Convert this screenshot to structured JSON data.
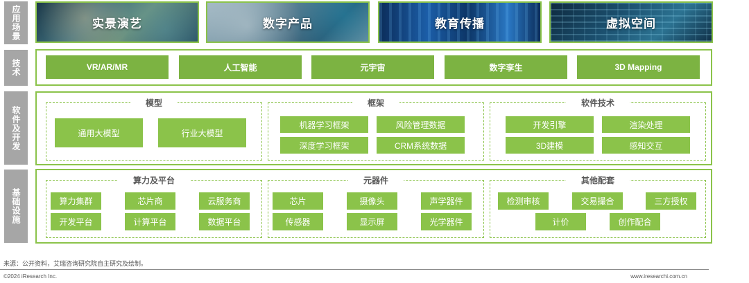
{
  "side_labels": {
    "application": "应用场景",
    "tech": "技术",
    "software": "软件及开发",
    "infra": "基础设施"
  },
  "applications": [
    "实景演艺",
    "数字产品",
    "教育传播",
    "虚拟空间"
  ],
  "tech": [
    "VR/AR/MR",
    "人工智能",
    "元宇宙",
    "数字孪生",
    "3D Mapping"
  ],
  "software": {
    "model": {
      "title": "模型",
      "items": [
        "通用大模型",
        "行业大模型"
      ]
    },
    "framework": {
      "title": "框架",
      "items": [
        "机器学习框架",
        "风险管理数据",
        "深度学习框架",
        "CRM系统数据"
      ]
    },
    "software_tech": {
      "title": "软件技术",
      "items": [
        "开发引擎",
        "渲染处理",
        "3D建模",
        "感知交互"
      ]
    }
  },
  "infra": {
    "compute": {
      "title": "算力及平台",
      "items": [
        "算力集群",
        "芯片商",
        "云服务商",
        "开发平台",
        "计算平台",
        "数据平台"
      ]
    },
    "components": {
      "title": "元器件",
      "items": [
        "芯片",
        "摄像头",
        "声学器件",
        "传感器",
        "显示屏",
        "光学器件"
      ]
    },
    "others": {
      "title": "其他配套",
      "items": [
        "检测审核",
        "交易撮合",
        "三方授权",
        "计价",
        "创作配合"
      ]
    }
  },
  "footer": {
    "source": "来源：公开资料，艾瑞咨询研究院自主研究及绘制。",
    "copyright": "©2024 iResearch Inc.",
    "website": "www.iresearchi.com.cn"
  },
  "colors": {
    "green": "#8bc34a",
    "dark_green": "#7cb342",
    "side_grey": "#a6a6a6"
  }
}
